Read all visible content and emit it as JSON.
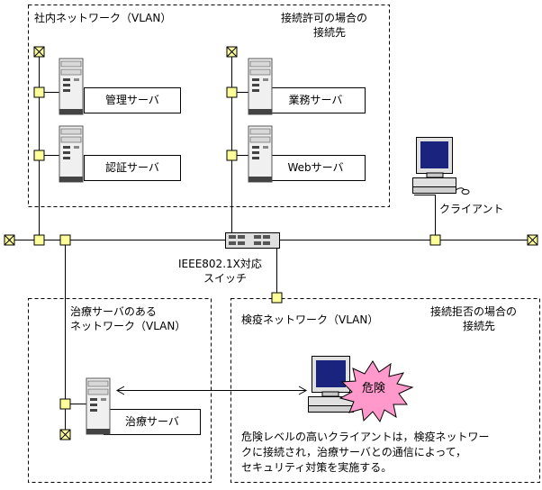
{
  "zones": {
    "internal": {
      "title": "社内ネットワーク（VLAN）",
      "note": [
        "接続許可の場合の",
        "接続先"
      ]
    },
    "treatment": {
      "title": [
        "治療サーバのある",
        "ネットワーク（VLAN）"
      ]
    },
    "quarantine": {
      "title": "検疫ネットワーク（VLAN）",
      "note": [
        "接続拒否の場合の",
        "接続先"
      ]
    }
  },
  "servers": {
    "management": "管理サーバ",
    "auth": "認証サーバ",
    "business": "業務サーバ",
    "web": "Webサーバ",
    "treatment": "治療サーバ"
  },
  "switch_label": [
    "IEEE802.1X対応",
    "スイッチ"
  ],
  "client_label": "クライアント",
  "danger_label": "危険",
  "description": [
    "危険レベルの高いクライアントは，検疫ネットワー",
    "クに接続され，治療サーバとの通信によって，",
    "セキュリティ対策を実施する。"
  ],
  "colors": {
    "node": "#ffff99",
    "danger": "#ff99cc",
    "screen": "#1a237e"
  }
}
